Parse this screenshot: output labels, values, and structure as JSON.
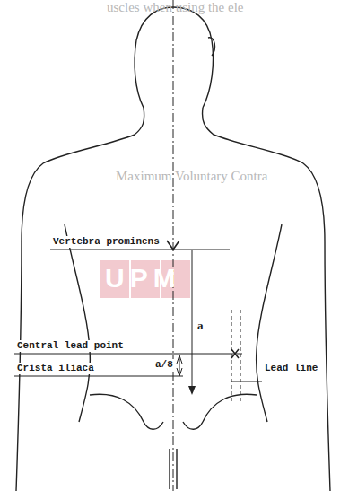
{
  "diagram": {
    "labels": [
      "uscles when using the ele",
      "Maximum Voluntary Contra",
      "UPM",
      "Vertebra prominens",
      "a",
      "Central lead point",
      "a/8",
      "Crista iliaca",
      "Lead line"
    ]
  }
}
